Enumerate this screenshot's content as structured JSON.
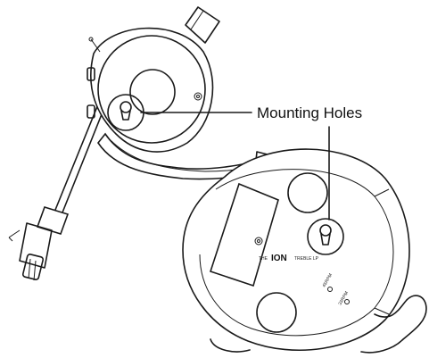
{
  "callout": {
    "label": "Mounting Holes"
  },
  "device": {
    "brand": "ION",
    "model_prefix": "THE",
    "model_suffix": "TREBLE LP",
    "speed_45": "45RPM",
    "speed_33": "33RPM"
  },
  "icons": {
    "hole_1": "keyhole-icon",
    "hole_2": "keyhole-icon"
  }
}
